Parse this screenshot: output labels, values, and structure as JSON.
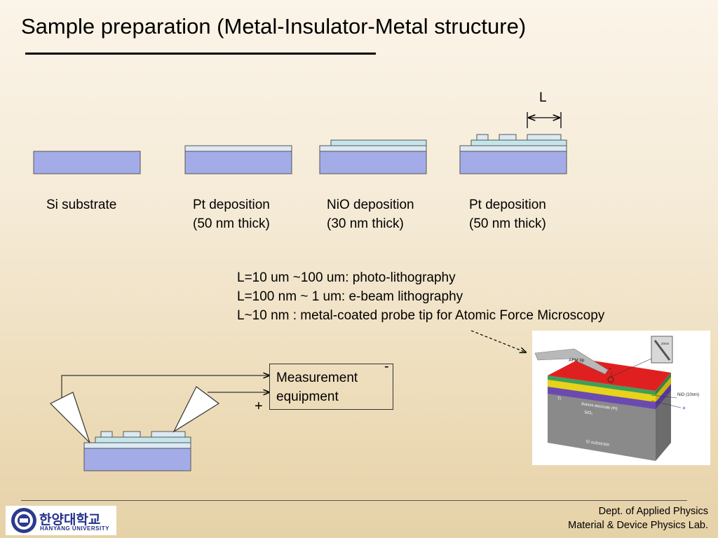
{
  "slide": {
    "title": "Sample preparation (Metal-Insulator-Metal structure)"
  },
  "steps": [
    {
      "line1": "Si substrate",
      "line2": ""
    },
    {
      "line1": "Pt deposition",
      "line2": "(50 nm thick)"
    },
    {
      "line1": "NiO deposition",
      "line2": "(30 nm thick)"
    },
    {
      "line1": "Pt deposition",
      "line2": "(50 nm thick)"
    }
  ],
  "gap_label": "L",
  "notes": [
    "L=10 um ~100 um: photo-lithography",
    "L=100 nm ~ 1 um: e-beam lithography",
    "L~10 nm : metal-coated probe tip for Atomic Force Microscopy"
  ],
  "measurement": {
    "line1": "Measurement",
    "line2": "equipment",
    "minus": "-",
    "plus": "+"
  },
  "afm_figure": {
    "tip_label": "AFM tip",
    "scale_label": "20nm",
    "minus": "−",
    "plus": "+",
    "nio_label": "NiO (10nm)",
    "ti_label": "Ti",
    "bottom_label": "Bottom electrode (Pt)",
    "sio2_label": "SiO₂",
    "si_label": "Si substrate"
  },
  "colors": {
    "substrate": "#a4ace8",
    "pt_layer": "#dce9f3",
    "nio_layer": "#c4e6ea"
  },
  "footer": {
    "logo_korean": "한양대학교",
    "logo_english": "HANYANG UNIVERSITY",
    "dept": "Dept. of Applied Physics",
    "lab": "Material & Device Physics Lab."
  }
}
